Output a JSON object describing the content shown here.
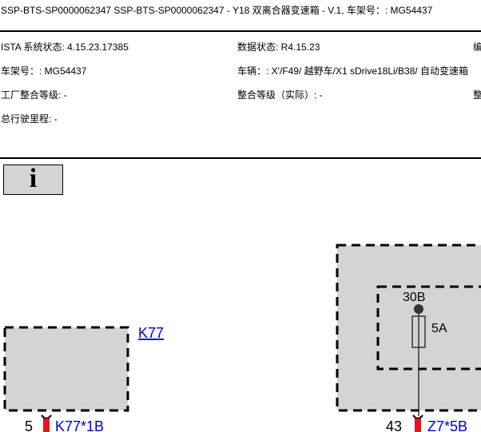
{
  "header": {
    "title": "SSP-BTS-SP0000062347 SSP-BTS-SP0000062347 - Y18 双离合器变速箱 - V.1, 车架号：: MG54437"
  },
  "meta": {
    "ista_version": "ISTA 系统状态: 4.15.23.17385",
    "data_status": "数据状态: R4.15.23",
    "col3_row1": "编",
    "vin": "车架号：: MG54437",
    "vehicle": "车辆：: X'/F49/ 越野车/X1 sDrive18Li/B38/ 自动变速箱",
    "factory_level": "工厂整合等级: -",
    "actual_level": "整合等级（实际）: -",
    "col3_row3": "整",
    "mileage": "总行驶里程: -"
  },
  "info_icon": {
    "glyph": "i"
  },
  "diagram": {
    "k77": {
      "label": "K77",
      "pin_number": "5",
      "connector": "K77*1B"
    },
    "z7": {
      "pin_number": "43",
      "connector": "Z7*5B",
      "terminal": "30B",
      "fuse": "5A"
    },
    "colors": {
      "component_fill": "#d4d4d4",
      "link": "#0000cc",
      "connector": "#e8141b"
    }
  }
}
